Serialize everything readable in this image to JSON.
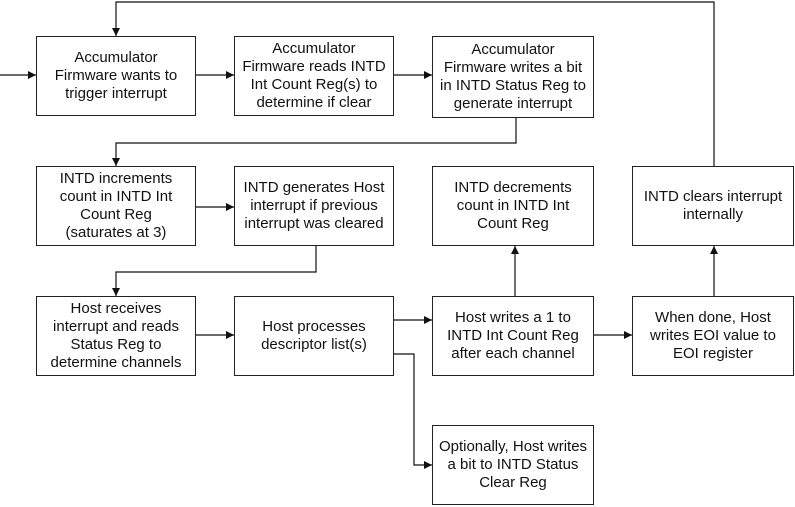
{
  "nodes": {
    "n1": "Accumulator\nFirmware wants to\ntrigger interrupt",
    "n2": "Accumulator\nFirmware reads INTD\nInt Count Reg(s) to\ndetermine if clear",
    "n3": "Accumulator\nFirmware writes a bit\nin INTD Status Reg to\ngenerate interrupt",
    "n4": "INTD increments\ncount in INTD Int\nCount Reg\n(saturates at 3)",
    "n5": "INTD generates Host\ninterrupt if previous\ninterrupt was cleared",
    "n6": "INTD decrements\ncount in INTD Int\nCount Reg",
    "n7": "INTD clears interrupt\ninternally",
    "n8": "Host receives\ninterrupt and reads\nStatus Reg to\ndetermine channels",
    "n9": "Host processes\ndescriptor list(s)",
    "n10": "Host writes a 1 to\nINTD Int Count Reg\nafter each channel",
    "n11": "When done, Host\nwrites EOI value to\nEOI register",
    "n12": "Optionally, Host writes\na bit to INTD Status\nClear Reg"
  },
  "edges": [
    {
      "from": "external-entry",
      "to": "n1"
    },
    {
      "from": "n1",
      "to": "n2"
    },
    {
      "from": "n2",
      "to": "n3"
    },
    {
      "from": "n3",
      "to": "n4"
    },
    {
      "from": "n4",
      "to": "n5"
    },
    {
      "from": "n5",
      "to": "n8"
    },
    {
      "from": "n8",
      "to": "n9"
    },
    {
      "from": "n9",
      "to": "n10"
    },
    {
      "from": "n9",
      "to": "n12"
    },
    {
      "from": "n10",
      "to": "n6"
    },
    {
      "from": "n10",
      "to": "n11"
    },
    {
      "from": "n11",
      "to": "n7"
    },
    {
      "from": "n7",
      "to": "n1"
    }
  ]
}
